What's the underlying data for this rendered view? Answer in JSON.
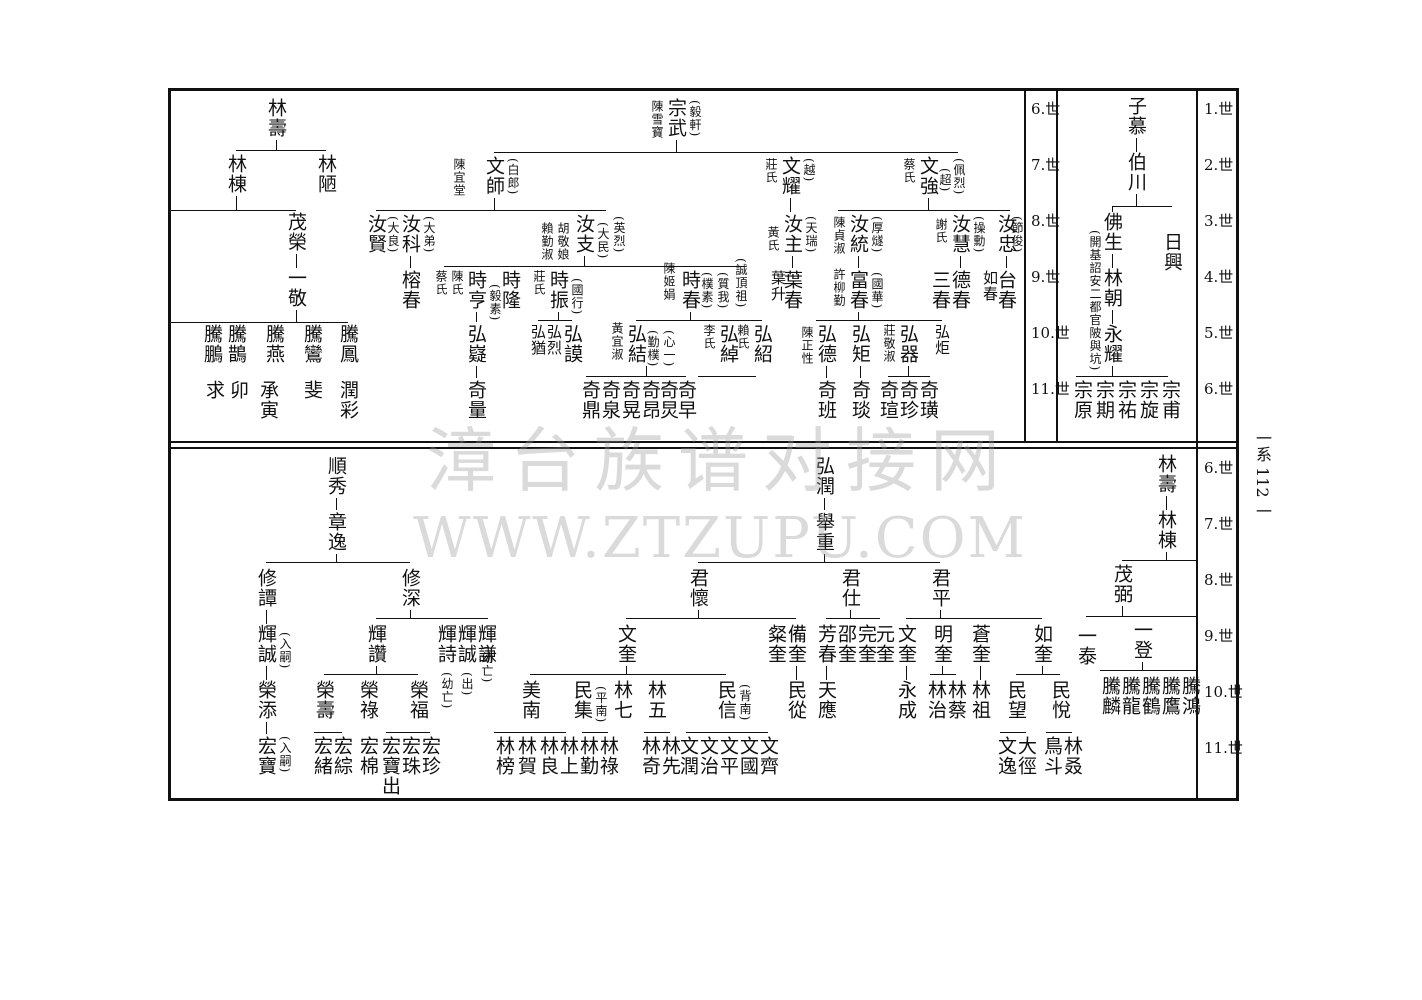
{
  "page_number": "一系 112 一",
  "watermark": {
    "line1": "漳台族谱对接网",
    "line2": "WWW.ZTZUPU.COM"
  },
  "generations_top_left": [
    "6.世",
    "7.世",
    "8.世",
    "9.世",
    "10.世",
    "11.世"
  ],
  "generations_top_right": [
    "1.世",
    "2.世",
    "3.世",
    "4.世",
    "5.世",
    "6.世"
  ],
  "generations_bottom": [
    "6.世",
    "7.世",
    "8.世",
    "9.世",
    "10.世",
    "11.世"
  ],
  "top_right_tree": {
    "g1": "子慕",
    "g2": "伯川",
    "g3a": "佛生",
    "g3b": "日興",
    "g3_note": "(開基詔安二都官陂與坑)",
    "g4": "林朝",
    "g5": "永耀",
    "g6": [
      "宗甫",
      "宗旋",
      "宗祐",
      "宗期",
      "宗原"
    ]
  },
  "top_left_tree": {
    "root": "林壽",
    "c1": "林棟",
    "c2": "林陋",
    "g8": "茂榮",
    "g9": "一敬",
    "g10": [
      "騰鳳",
      "騰鸞",
      "騰燕",
      "騰鵲",
      "騰鵬"
    ],
    "g11": [
      "潤彩",
      "斐",
      "承寅",
      "卯",
      "求"
    ]
  },
  "top_mid_tree": {
    "root": "宗武",
    "root_note": "(毅軒)",
    "root_wife": "陳雪寶",
    "wen_shi": "文師",
    "wen_shi_note": "(白郎)",
    "wen_shi_wife": "陳宜堂",
    "wen_yao": "文耀",
    "wen_yao_note": "(越)",
    "wen_yao_wife": "莊氏",
    "wen_qiang": "文強",
    "wen_qiang_note": "(佩烈)",
    "wen_qiang_note2": "(超)",
    "wen_qiang_wife": "蔡氏",
    "ru_ke": "汝科",
    "ru_ke_note": "(大弟)",
    "ru_ke_note2": "(大良)",
    "ru_xian": "汝賢",
    "ru_zhi": "汝支",
    "ru_zhi_note": "(英烈)",
    "ru_zhi_note2": "(大民)",
    "ru_zhi_wife": "胡敬娘",
    "ru_zhi_wife2": "賴勤淑",
    "ru_zhu": "汝主",
    "ru_zhu_note": "(天瑞)",
    "ru_zhu_wife": "黃氏",
    "ru_tong": "汝統",
    "ru_tong_note": "(厚燧)",
    "ru_tong_wife": "陳貞淑",
    "ru_hui": "汝慧",
    "ru_hui_note": "(操勳)",
    "ru_hui_wife": "謝氏",
    "ru_zhong": "汝忠",
    "ru_zhong_note": "(節俊)",
    "rong_chun": "榕春",
    "shi_long": "時隆",
    "shi_heng": "時亨",
    "shi_heng_note": "(毅素)",
    "shi_heng_wife": "陳氏",
    "shi_heng_wife2": "蔡氏",
    "shi_zhen": "時振",
    "shi_zhen_note": "(國行)",
    "shi_zhen_wife": "莊氏",
    "shi_chun": "時春",
    "shi_chun_note": "(質我)",
    "shi_chun_note2": "(樸素)",
    "shi_chun_wife": "陳姬娟",
    "shi_chun_note3": "(誠頂祖)",
    "ye_chun": "葉春",
    "ye_sheng": "葉升",
    "fu_chun": "富春",
    "fu_chun_note": "(國華)",
    "fu_chun_wife": "許柳勤",
    "de_chun": "德春",
    "san_chun": "三春",
    "tai_chun": "台春",
    "ru_chun": "如春",
    "hong_yi": "弘嶷",
    "hong_mo": "弘謨",
    "hong_lie": "弘烈",
    "hong_you": "弘猶",
    "hong_jie": "弘結",
    "hong_jie_note": "(心一)",
    "hong_jie_note2": "(勤樸)",
    "hong_jie_wife": "黃宜淑",
    "hong_chuo": "弘綽",
    "hong_chuo_wife": "李氏",
    "hong_shao": "弘紹",
    "hong_shao_wife": "賴氏",
    "hong_de": "弘德",
    "hong_de_wife": "陳正性",
    "hong_ju": "弘矩",
    "hong_qi": "弘器",
    "hong_qi_wife": "莊敬淑",
    "hong_ju2": "弘炬",
    "qi_liang": "奇量",
    "qi": [
      "奇鼎",
      "奇泉",
      "奇晃",
      "奇昂",
      "奇炅",
      "奇早"
    ],
    "qi_right": [
      "奇班",
      "奇琰",
      "奇瑄",
      "奇珍",
      "奇璜"
    ]
  },
  "bottom_right_tree": {
    "root": "林壽",
    "c1": "林棟",
    "g8": "茂弼",
    "g9a": "一泰",
    "g9b": "一登",
    "g10": [
      "騰鴻",
      "騰鷹",
      "騰鶴",
      "騰龍",
      "騰麟"
    ]
  },
  "bottom_left_tree": {
    "root": "順秀",
    "g7": "章逸",
    "xiu_tan": "修譚",
    "xiu_shen": "修深",
    "hui_cheng": "輝誠",
    "hui_cheng_note": "(入嗣)",
    "rong_tian": "榮添",
    "hong_bao": "宏寶",
    "hong_bao_note": "(入嗣)",
    "hui_zan": "輝讚",
    "hui_shi": "輝詩",
    "hui_cheng2": "輝誠",
    "hui_qian": "輝謙",
    "hui_shi_note": "(幼亡)",
    "hui_cheng2_note": "(出)",
    "hui_qian_note": "(幼亡)",
    "rong_shou": "榮壽",
    "rong_lu": "榮祿",
    "rong_fu": "榮福",
    "hong_g11": [
      "宏綜",
      "宏緒",
      "宏棉",
      "宏寶出",
      "宏珠",
      "宏珍"
    ]
  },
  "bottom_mid_tree": {
    "root": "弘潤",
    "g7": "舉重",
    "jun_huai": "君懷",
    "jun_shi": "君仕",
    "jun_ping": "君平",
    "wen_kui": "文奎",
    "bei_kui": "備奎",
    "can_kui": "粲奎",
    "min_cong": "民從",
    "fang_chun": "芳春",
    "tian_ying": "天應",
    "shao_kui": "邵奎",
    "wan_kui": "完奎",
    "yuan_kui": "元奎",
    "wen_kui2": "文奎",
    "yong_cheng": "永成",
    "ming_kui": "明奎",
    "cang_kui": "蒼奎",
    "lin_zu": "林祖",
    "lin_cai": "林蔡",
    "lin_zhi": "林治",
    "ru_kui": "如奎",
    "min_wang": "民望",
    "min_yue": "民悅",
    "da_jing": "大徑",
    "wen_yi": "文逸",
    "lin_zhuo": "林叒",
    "niao_dou": "鳥斗",
    "mei_nan": "美南",
    "min_ji": "民集",
    "min_ji_note": "(平南)",
    "lin_qi": "林七",
    "lin_wu": "林五",
    "min_xin": "民信",
    "min_xin_note": "(背南)",
    "g11a": [
      "林上",
      "林良",
      "林賀",
      "林榜"
    ],
    "g11b": [
      "林祿",
      "林勤"
    ],
    "g11c": [
      "林先",
      "林奇"
    ],
    "g11d": [
      "文齊",
      "文國",
      "文平",
      "文治",
      "文潤"
    ]
  }
}
